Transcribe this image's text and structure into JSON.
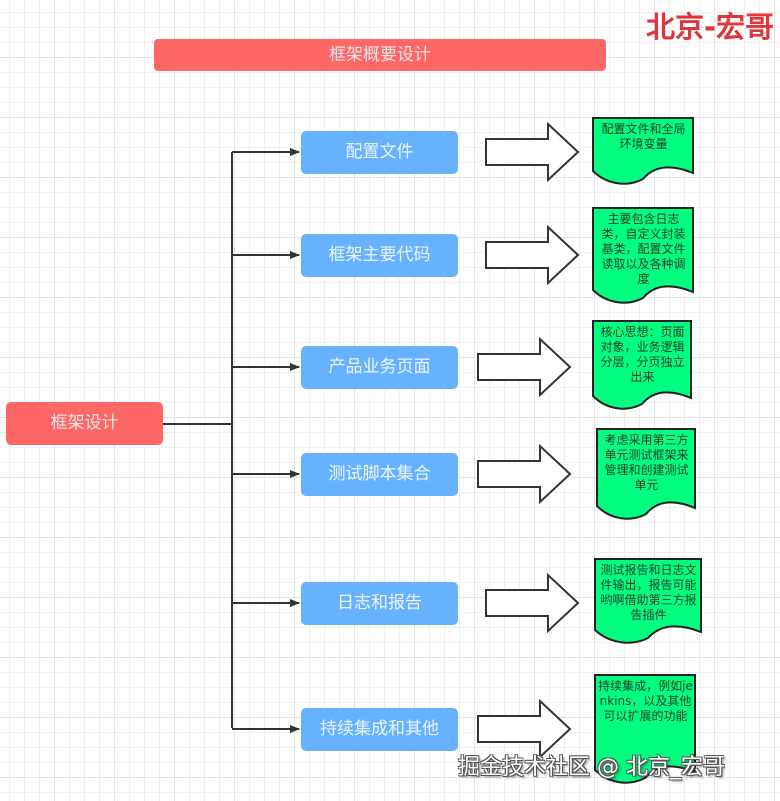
{
  "watermark_top": "北京-宏哥",
  "title": "框架概要设计",
  "root": {
    "label": "框架设计",
    "color": "#ff6666"
  },
  "colors": {
    "node": "#66b2ff",
    "doc_fill": "#00ff80",
    "line": "#333333",
    "watermark_red": "#e0353a"
  },
  "branches": [
    {
      "label": "配置文件",
      "doc": "配置文件和全局环境变量"
    },
    {
      "label": "框架主要代码",
      "doc": "主要包含日志类，自定义封装基类，配置文件读取以及各种调度"
    },
    {
      "label": "产品业务页面",
      "doc": "核心思想：页面对象，业务逻辑分层，分页独立出来"
    },
    {
      "label": "测试脚本集合",
      "doc": "考虑采用第三方单元测试框架来管理和创建测试单元"
    },
    {
      "label": "日志和报告",
      "doc": "测试报告和日志文件输出，报告可能哟啊借助第三方报告插件"
    },
    {
      "label": "持续集成和其他",
      "doc": "持续集成，例如jenkins，以及其他可以扩展的功能"
    }
  ],
  "watermark_bottom": "掘金技术社区 @ 北京_宏哥"
}
